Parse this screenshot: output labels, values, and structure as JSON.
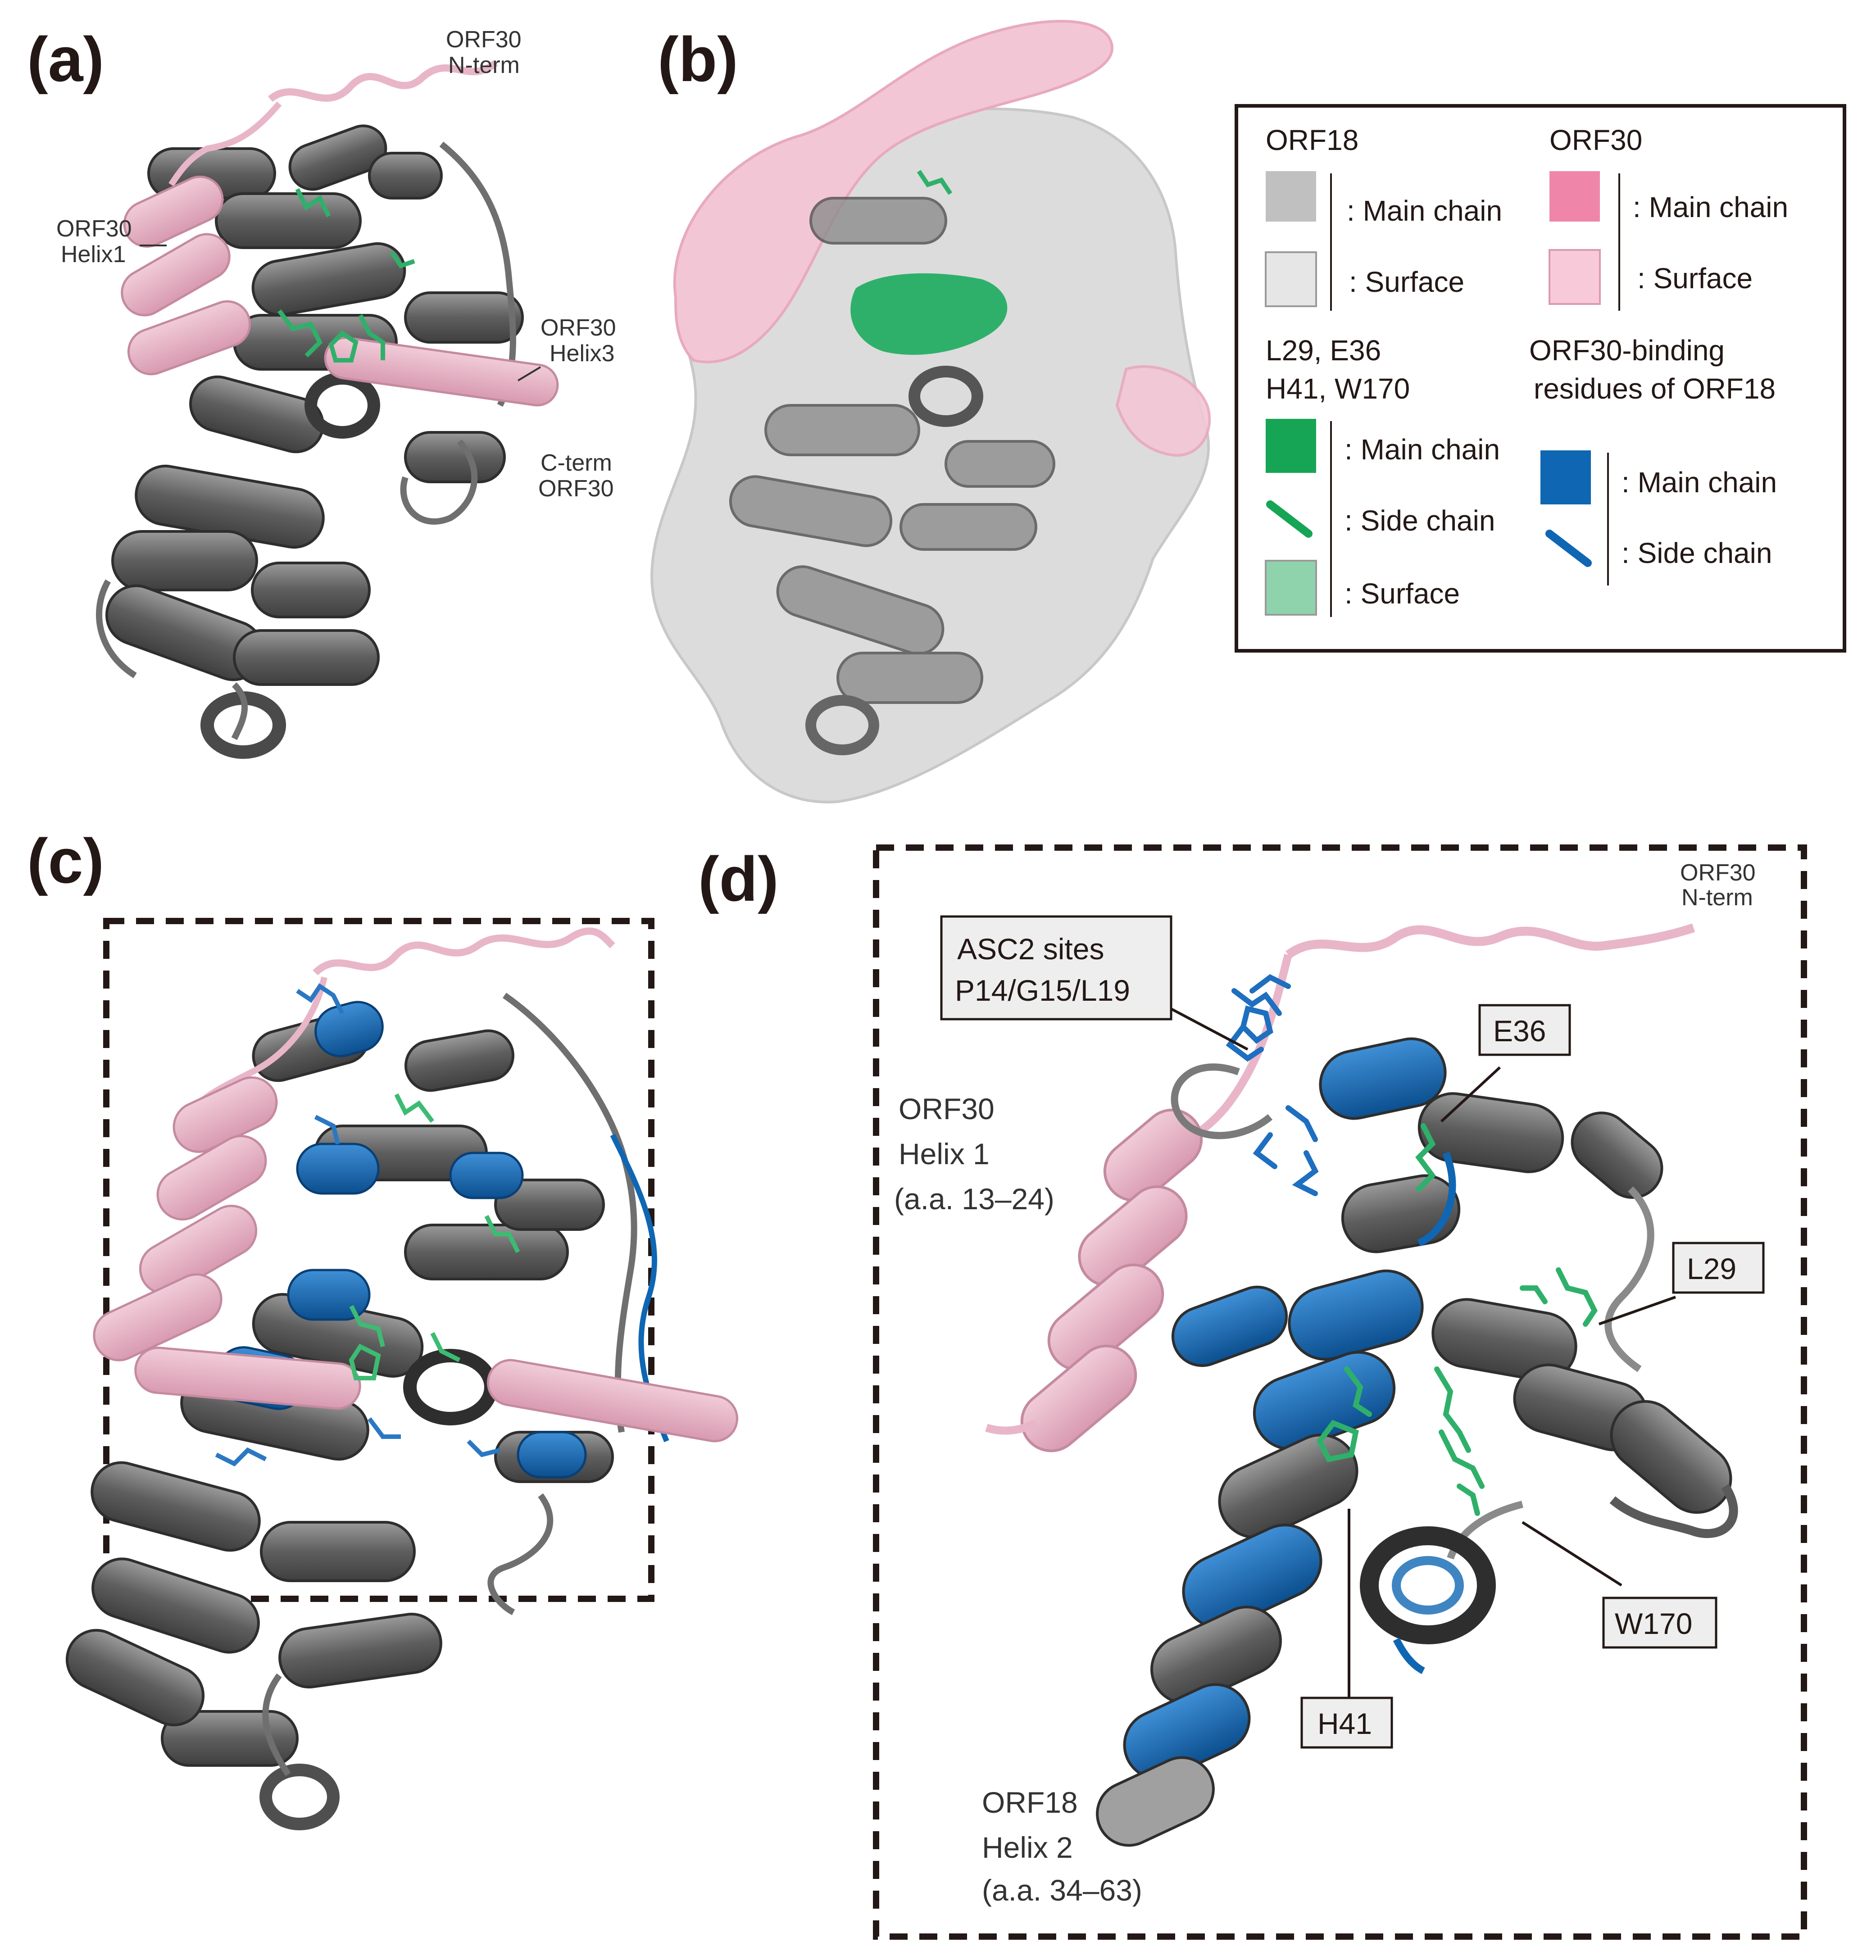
{
  "colors": {
    "orf18_main": "#6f6f6f",
    "orf18_dark": "#4a4a4a",
    "orf18_surface": "#dcdcdc",
    "orf30_main": "#e48fb0",
    "orf30_light": "#e8b6c8",
    "orf30_surface": "#f3c6d6",
    "green_main": "#16a555",
    "green_side": "#3dbb72",
    "green_surface": "#8fd3ad",
    "blue_main": "#0f66b3",
    "blue_side": "#2a78c4",
    "frame": "#231815"
  },
  "panels": {
    "a": {
      "label": "(a)",
      "ann_nterm_1": "ORF30",
      "ann_nterm_2": "N-term",
      "ann_helix1_1": "ORF30",
      "ann_helix1_2": "Helix1",
      "ann_helix3_1": "ORF30",
      "ann_helix3_2": "Helix3",
      "ann_cterm_1": "C-term",
      "ann_cterm_2": "ORF30"
    },
    "b": {
      "label": "(b)"
    },
    "c": {
      "label": "(c)"
    },
    "d": {
      "label": "(d)",
      "ann_nterm_1": "ORF30",
      "ann_nterm_2": "N-term",
      "asc2_line1": "ASC2 sites",
      "asc2_line2": "P14/G15/L19",
      "e36": "E36",
      "l29": "L29",
      "w170": "W170",
      "h41": "H41",
      "orf30_helix_1": "ORF30",
      "orf30_helix_2": "Helix 1",
      "orf30_helix_3": "(a.a. 13–24)",
      "orf18_helix_1": "ORF18",
      "orf18_helix_2": "Helix 2",
      "orf18_helix_3": "(a.a. 34–63)"
    }
  },
  "legend": {
    "orf18_title": "ORF18",
    "orf30_title": "ORF30",
    "main_chain": ": Main chain",
    "surface": ": Surface",
    "side_chain": ": Side chain",
    "residues_line1": "L29, E36",
    "residues_line2": "H41, W170",
    "binding_line1": "ORF30-binding",
    "binding_line2": "residues of ORF18"
  }
}
